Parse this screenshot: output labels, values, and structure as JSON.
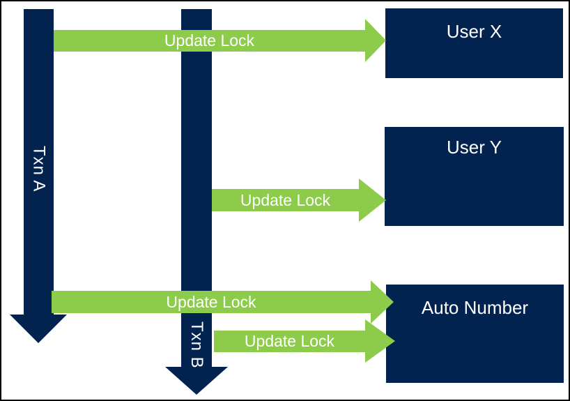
{
  "diagram": {
    "colors": {
      "navy": "#02234F",
      "green": "#8DCB4A",
      "label_text": "#FFFFFF",
      "frame": "#000000",
      "background": "#FFFFFF"
    },
    "transactions": [
      {
        "label": "Txn A"
      },
      {
        "label": "Txn B"
      }
    ],
    "resources": [
      {
        "label": "User X"
      },
      {
        "label": "User Y"
      },
      {
        "label": "Auto Number"
      }
    ],
    "locks": [
      {
        "label": "Update Lock",
        "from": "Txn A",
        "to": "User X"
      },
      {
        "label": "Update Lock",
        "from": "Txn B",
        "to": "User Y"
      },
      {
        "label": "Update Lock",
        "from": "Txn A",
        "to": "Auto Number"
      },
      {
        "label": "Update Lock",
        "from": "Txn B",
        "to": "Auto Number"
      }
    ]
  }
}
